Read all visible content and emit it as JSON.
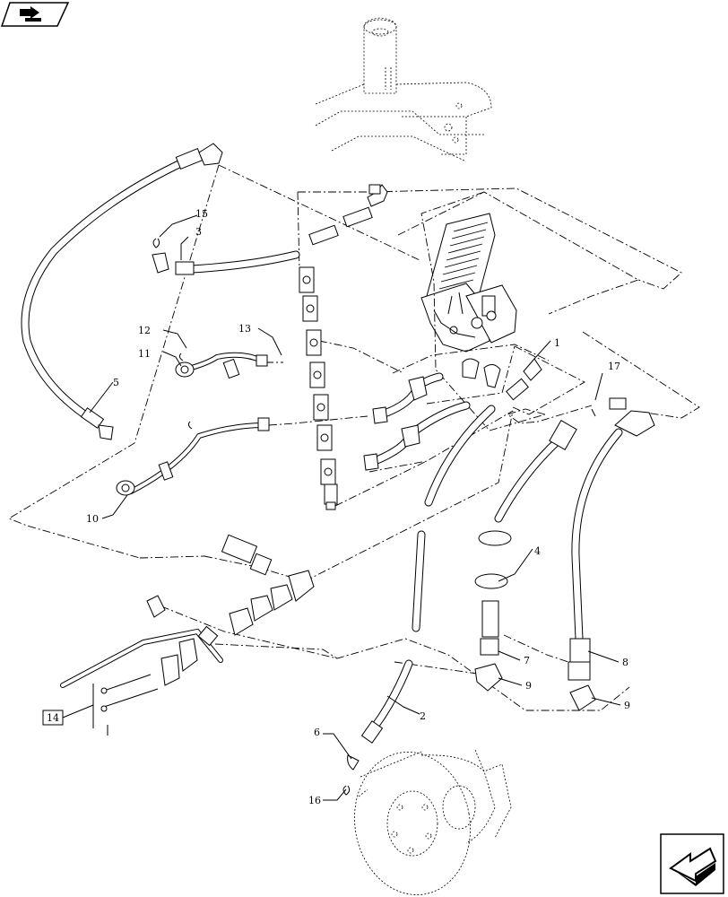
{
  "callouts": [
    {
      "id": "c1",
      "label": "1"
    },
    {
      "id": "c2",
      "label": "2"
    },
    {
      "id": "c3",
      "label": "3"
    },
    {
      "id": "c4",
      "label": "4"
    },
    {
      "id": "c5",
      "label": "5"
    },
    {
      "id": "c6",
      "label": "6"
    },
    {
      "id": "c7",
      "label": "7"
    },
    {
      "id": "c8",
      "label": "8"
    },
    {
      "id": "c9a",
      "label": "9"
    },
    {
      "id": "c9b",
      "label": "9"
    },
    {
      "id": "c10",
      "label": "10"
    },
    {
      "id": "c11",
      "label": "11"
    },
    {
      "id": "c12",
      "label": "12"
    },
    {
      "id": "c13",
      "label": "13"
    },
    {
      "id": "c14",
      "label": "14"
    },
    {
      "id": "c15",
      "label": "15"
    },
    {
      "id": "c16",
      "label": "16"
    },
    {
      "id": "c17",
      "label": "17"
    }
  ],
  "icons": {
    "top_left": "previous-page-arrow-icon",
    "bottom_right": "next-page-arrow-icon"
  }
}
